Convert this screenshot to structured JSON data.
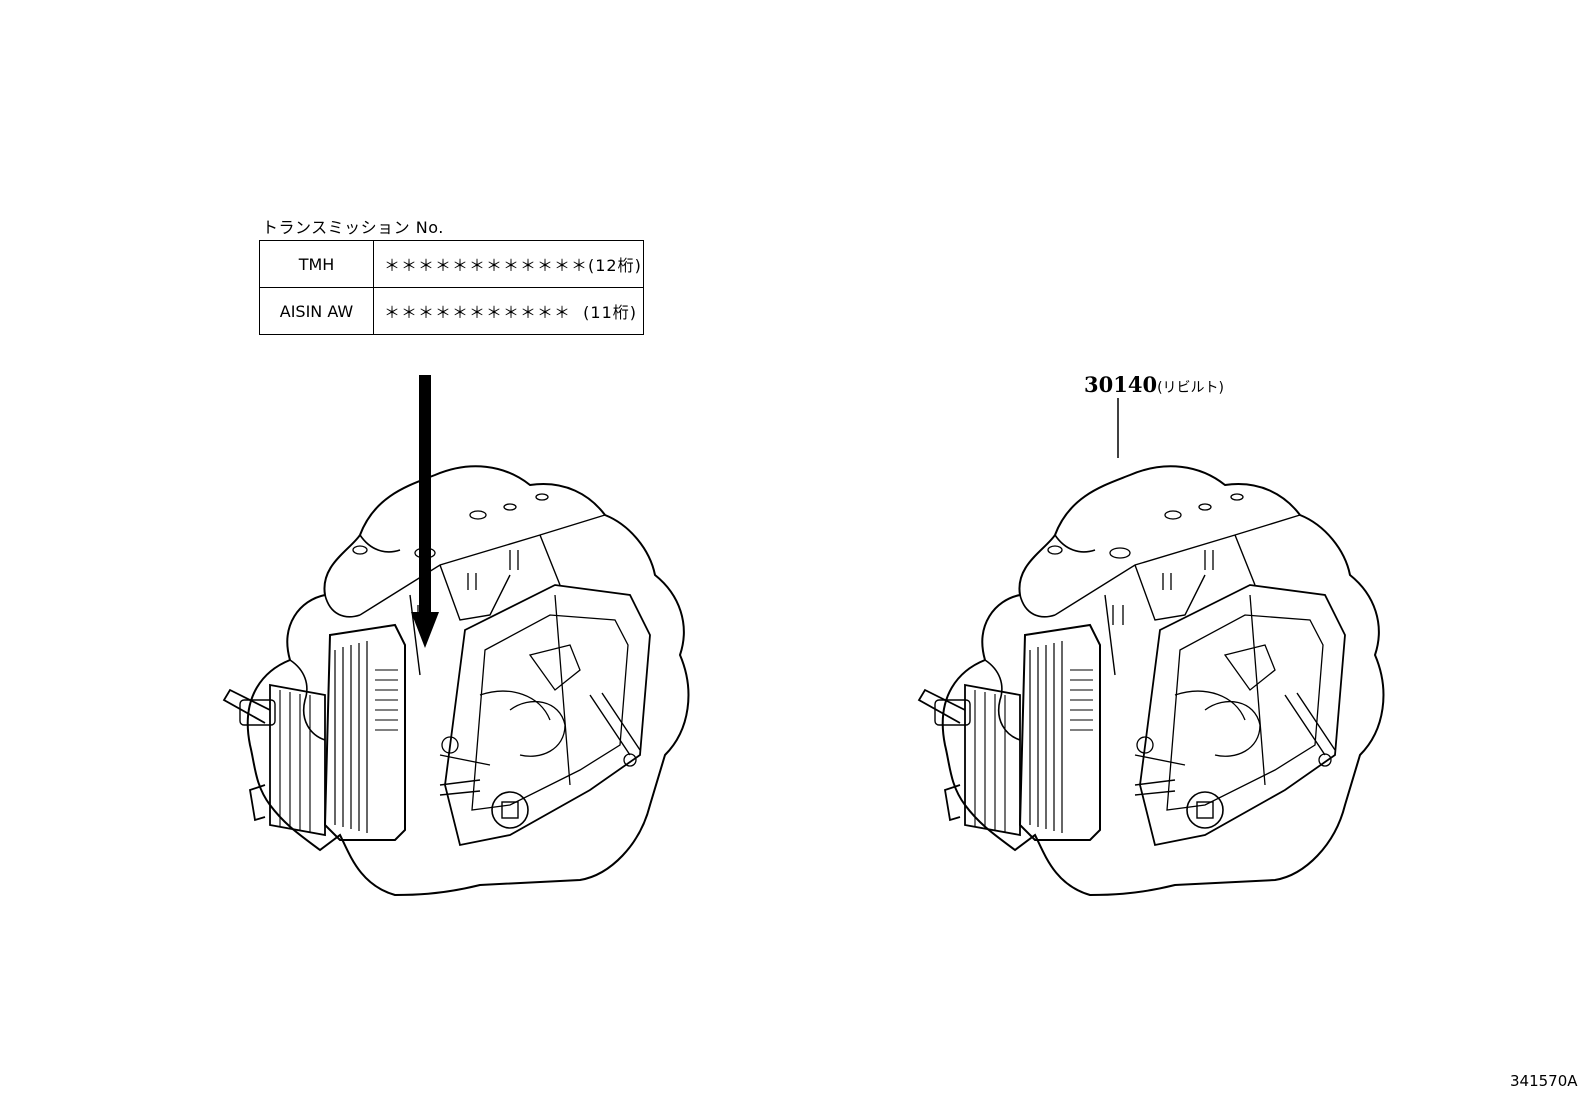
{
  "table": {
    "title": "トランスミッション No.",
    "rows": [
      {
        "maker": "TMH",
        "number": "＊＊＊＊＊＊＊＊＊＊＊＊(12桁)"
      },
      {
        "maker": "AISIN AW",
        "number": "＊＊＊＊＊＊＊＊＊＊＊  (11桁)"
      }
    ]
  },
  "callout": {
    "part_number": "30140",
    "part_note": "(リビルト)"
  },
  "diagram_code": "341570A"
}
